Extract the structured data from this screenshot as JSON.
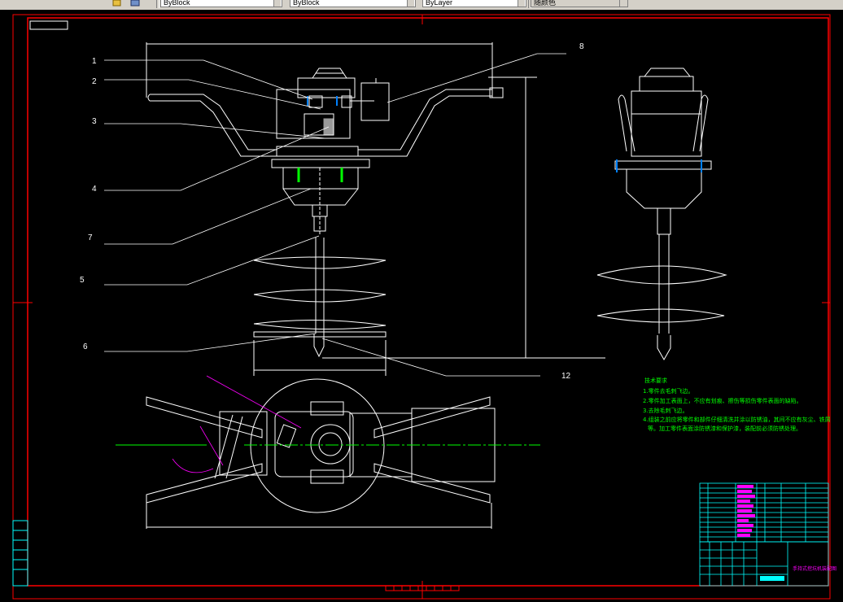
{
  "toolbar": {
    "combo_linetype": "ByBlock",
    "combo_lineweight": "ByBlock",
    "combo_layer": "ByLayer",
    "combo_plot": "随颜色"
  },
  "callouts": [
    "1",
    "2",
    "3",
    "4",
    "7",
    "5",
    "6",
    "8",
    "12"
  ],
  "tech_notes": {
    "title": "技术要求",
    "lines": [
      "1.零件去毛刺飞边。",
      "2.零件加工表面上，不应有划痕、擦伤等损伤零件表面的缺陷。",
      "3.去除毛刺飞边。",
      "4.组装之前应将零件和部件仔细清洗并涂以防锈油，其间不应有灰尘、铁屑",
      "等。加工零件表面涂防锈漆和保护漆，装配前必须防锈处理。"
    ]
  },
  "title_block": {
    "name": "手持式挖坑机装配图"
  },
  "colors": {
    "background": "#000000",
    "line": "#ffffff",
    "frame": "#ff0000",
    "note": "#00ff00",
    "leader": "#ff00ff",
    "table": "#00ffff"
  }
}
